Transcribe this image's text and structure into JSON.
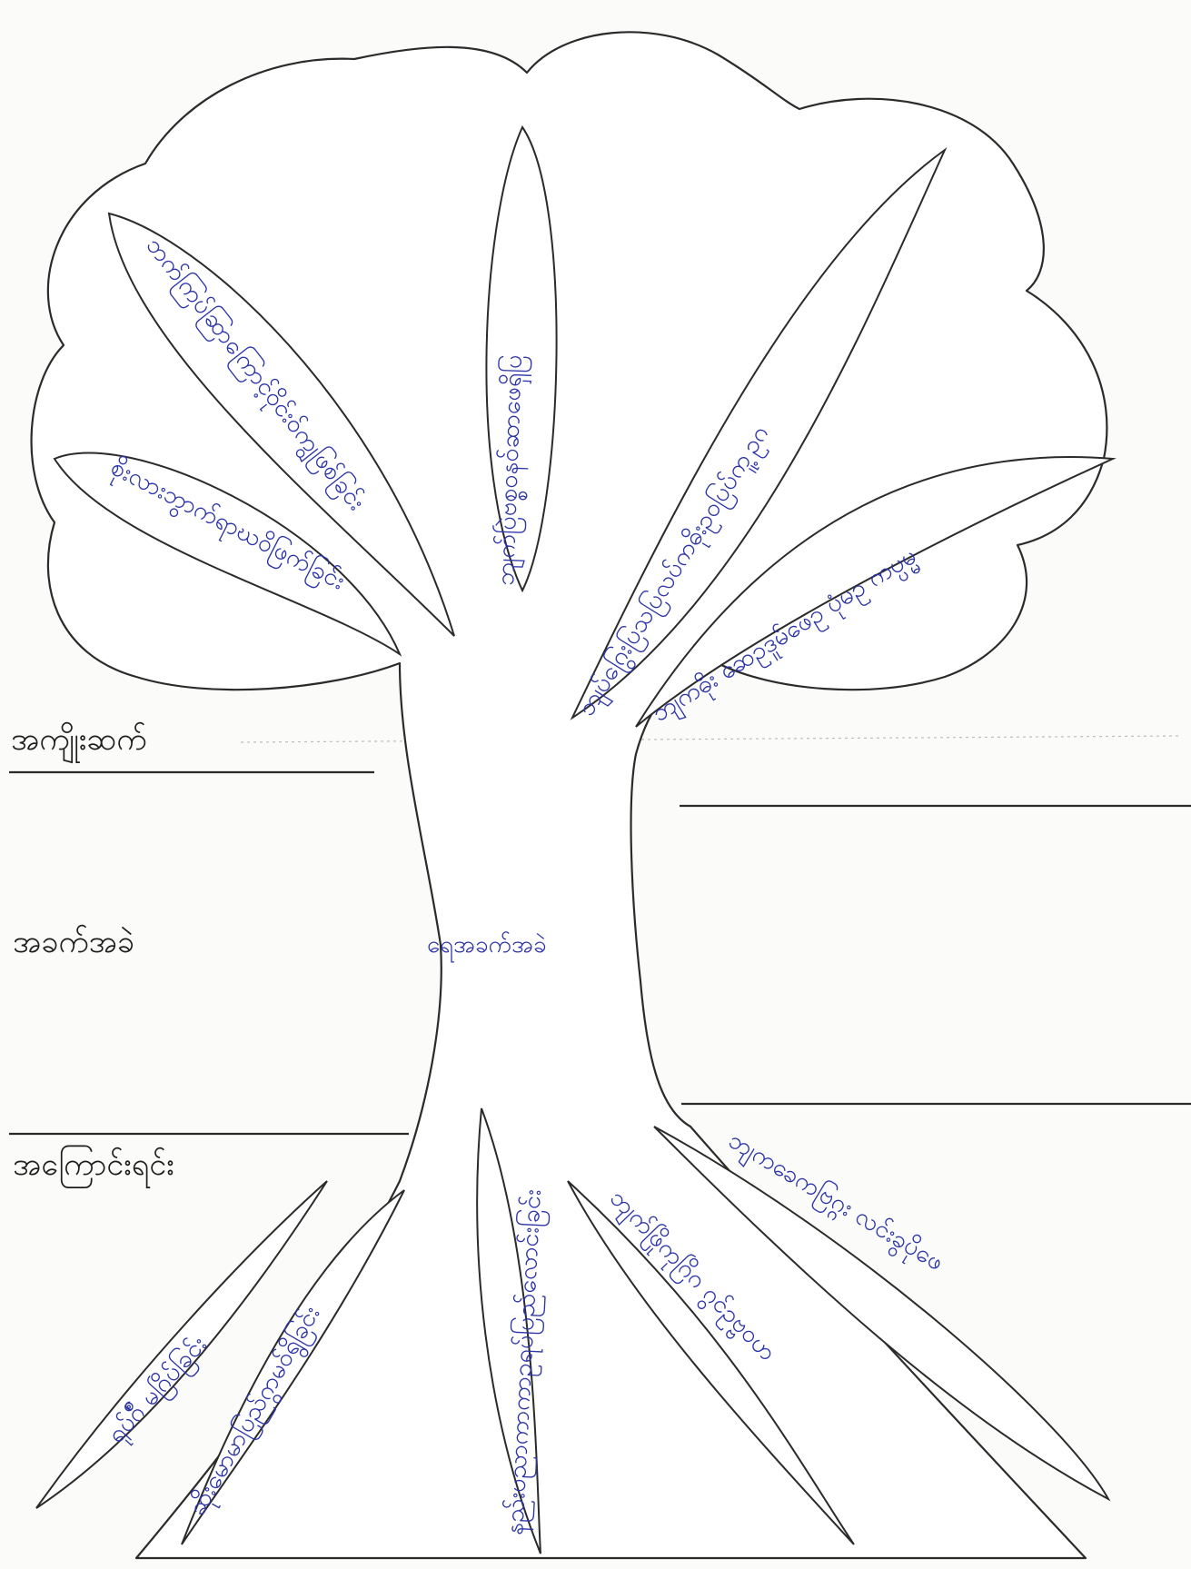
{
  "worksheet": {
    "row_labels": {
      "effects": "အကျိုးဆက်",
      "problem": "အခက်အခဲ",
      "causes": "အကြောင်းရင်း"
    },
    "trunk_label": "ရေအခက်အခဲ",
    "effects": [
      {
        "id": "effect-1",
        "text": "စိုးလားဘွာက်ရာဃ၀ိဖြက်ခြင်း"
      },
      {
        "id": "effect-2",
        "text": "ဘက်ကြပ်ဆြာကြောင့်ဝိုင်းဝ်ကျွဖြစ်ခြင်း"
      },
      {
        "id": "effect-3",
        "text": "ဘျက်ပြဲဗစ္စဝနဝ်ဆာဖေရှိပြ"
      },
      {
        "id": "effect-4",
        "text": "ဘျပ်ဂြွေးပြသပြလပ်ကဓိုးဥ၀ပြပ်ကူ့ဥဂ"
      },
      {
        "id": "effect-5",
        "text": "ဘျကဓိုး ဆေဥဒူမ်ဖေဥ ပုံမဥ ကပ္ပမ္မ"
      }
    ],
    "causes": [
      {
        "id": "cause-1",
        "text": "ရုပ်ဂ်ဳ မဂြိပ်ခြင်း"
      },
      {
        "id": "cause-2",
        "text": "ဆိုးမောမာပြည်ဂွာမဝ်ရွိခြင်း"
      },
      {
        "id": "cause-3",
        "text": "နည်းပညာကာကာဥရပ်ပြည်လောင်းခြင်း"
      },
      {
        "id": "cause-4",
        "text": "ဘျက်ဖြိုကုဂြိဂ ဂွင်ဥဗ္ဗဝဟ"
      },
      {
        "id": "cause-5",
        "text": "ဘျကခေကဗြဂ္ဂး လင်းခွပိုဖေ"
      }
    ]
  }
}
